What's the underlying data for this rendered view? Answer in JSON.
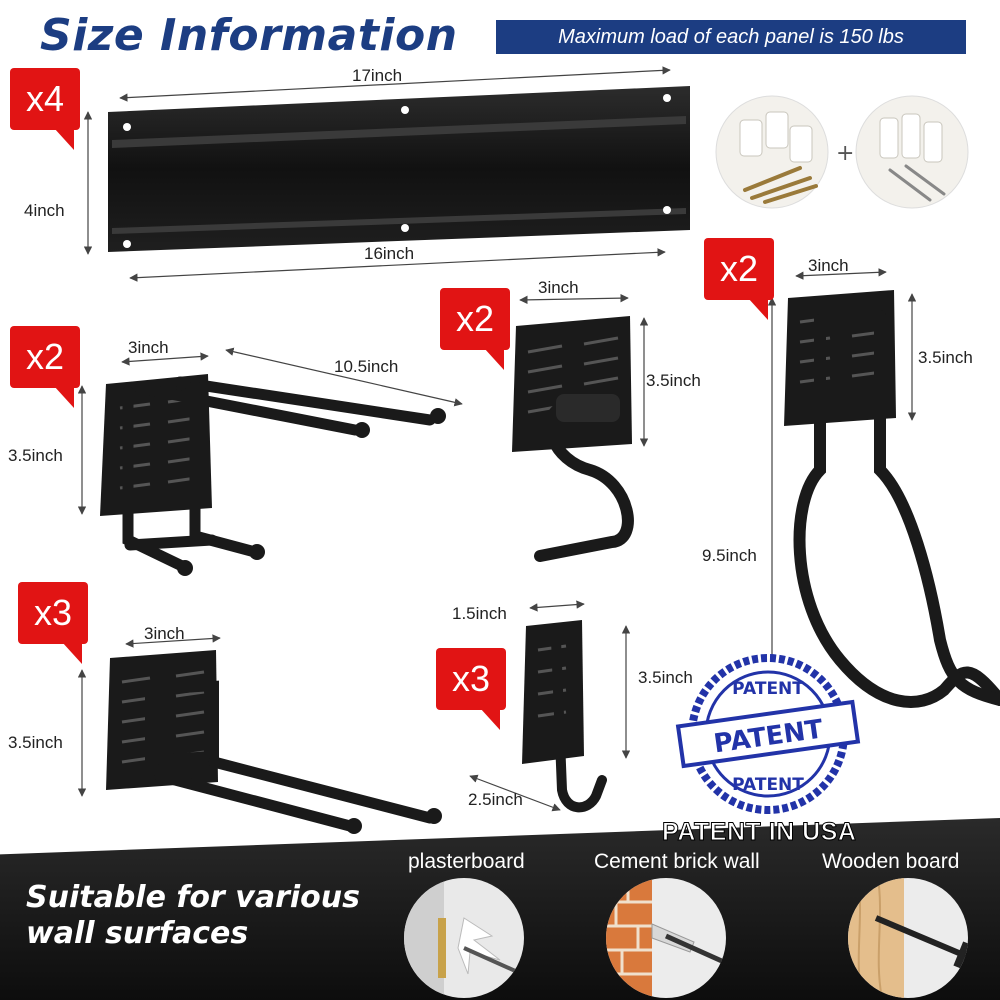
{
  "header": {
    "title": "Size Information",
    "banner": "Maximum load of each panel is 150 lbs"
  },
  "quantities": {
    "panel": "x4",
    "double_hook": "x2",
    "s_hook": "x2",
    "big_hook": "x2",
    "square_hook": "x3",
    "small_hook": "x3"
  },
  "dimensions": {
    "panel_length_top": "17inch",
    "panel_length_bottom": "16inch",
    "panel_height": "4inch",
    "double_hook_width": "3inch",
    "double_hook_depth": "10.5inch",
    "double_hook_height": "3.5inch",
    "s_hook_width": "3inch",
    "s_hook_height": "3.5inch",
    "big_hook_width": "3inch",
    "big_hook_height": "3.5inch",
    "big_hook_depth": "9.5inch",
    "square_hook_width": "3inch",
    "square_hook_height": "3.5inch",
    "small_hook_width": "1.5inch",
    "small_hook_height": "3.5inch",
    "small_hook_depth": "2.5inch"
  },
  "stamp": {
    "top": "PATENT",
    "center": "PATENT",
    "bottom": "PATENT",
    "caption": "PATENT IN USA"
  },
  "footer": {
    "line1": "Suitable for various",
    "line2": "wall surfaces",
    "surfaces": [
      "plasterboard",
      "Cement brick wall",
      "Wooden board"
    ]
  },
  "colors": {
    "brand_blue": "#1c3d82",
    "badge_red": "#e11414",
    "stamp_blue": "#2233a8"
  }
}
